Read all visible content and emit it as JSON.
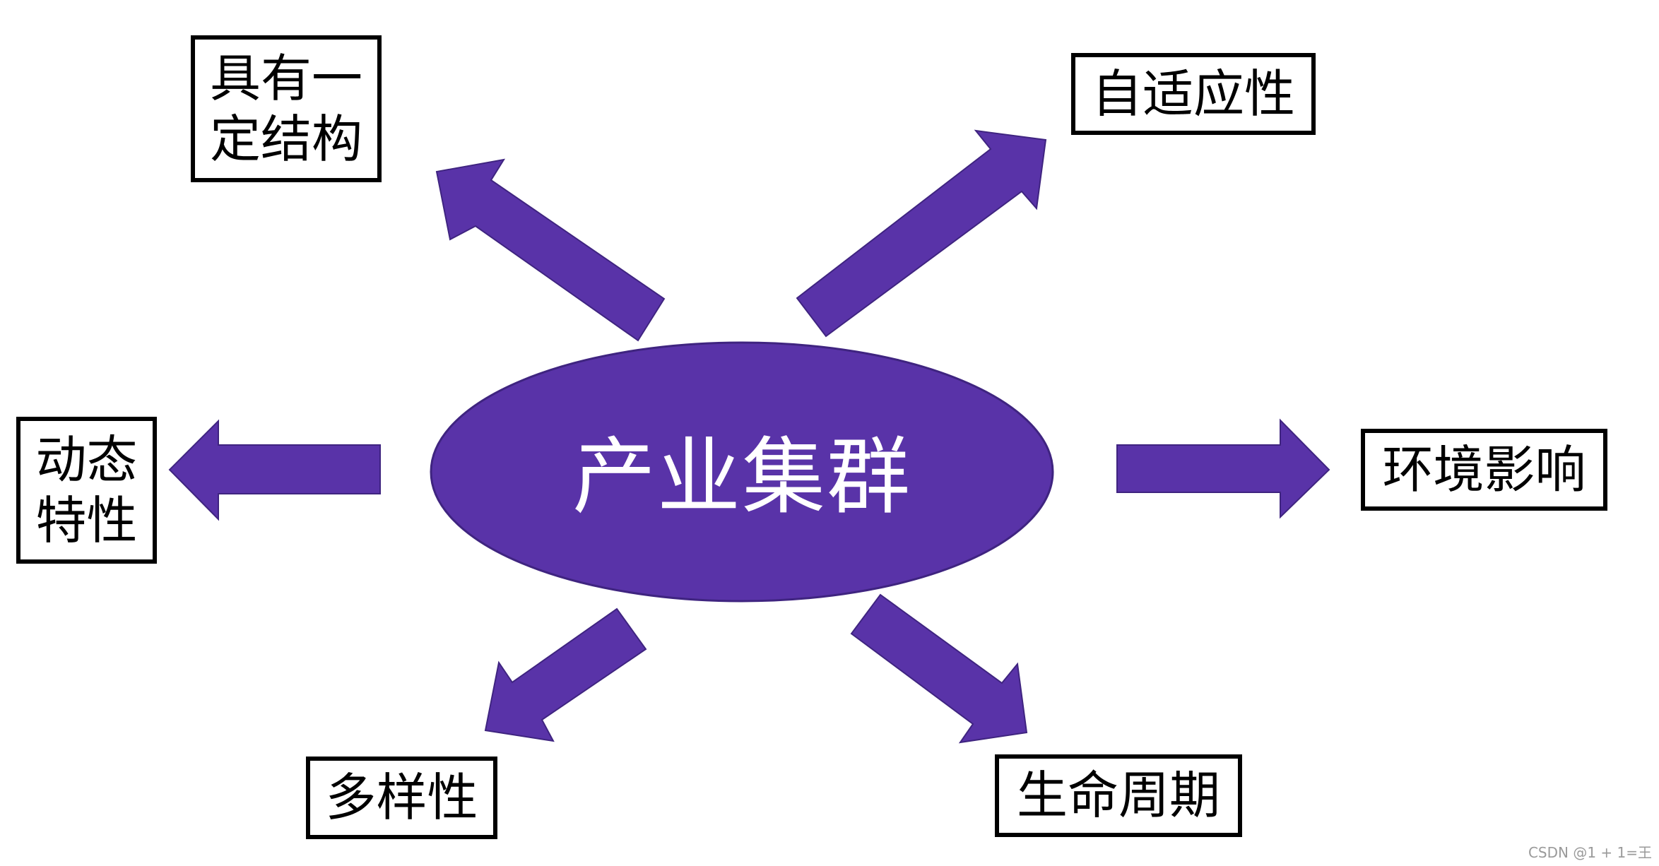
{
  "center": {
    "label": "产业集群"
  },
  "nodes": {
    "structure": "具有一\n定结构",
    "adaptive": "自适应性",
    "dynamic": "动态\n特性",
    "environment": "环境影响",
    "diversity": "多样性",
    "lifecycle": "生命周期"
  },
  "watermark": "CSDN @1 + 1=王",
  "colors": {
    "accent": "#5933a8",
    "accent_stroke": "#3f2480",
    "box_border": "#000000",
    "text": "#000000",
    "center_text": "#ffffff"
  }
}
